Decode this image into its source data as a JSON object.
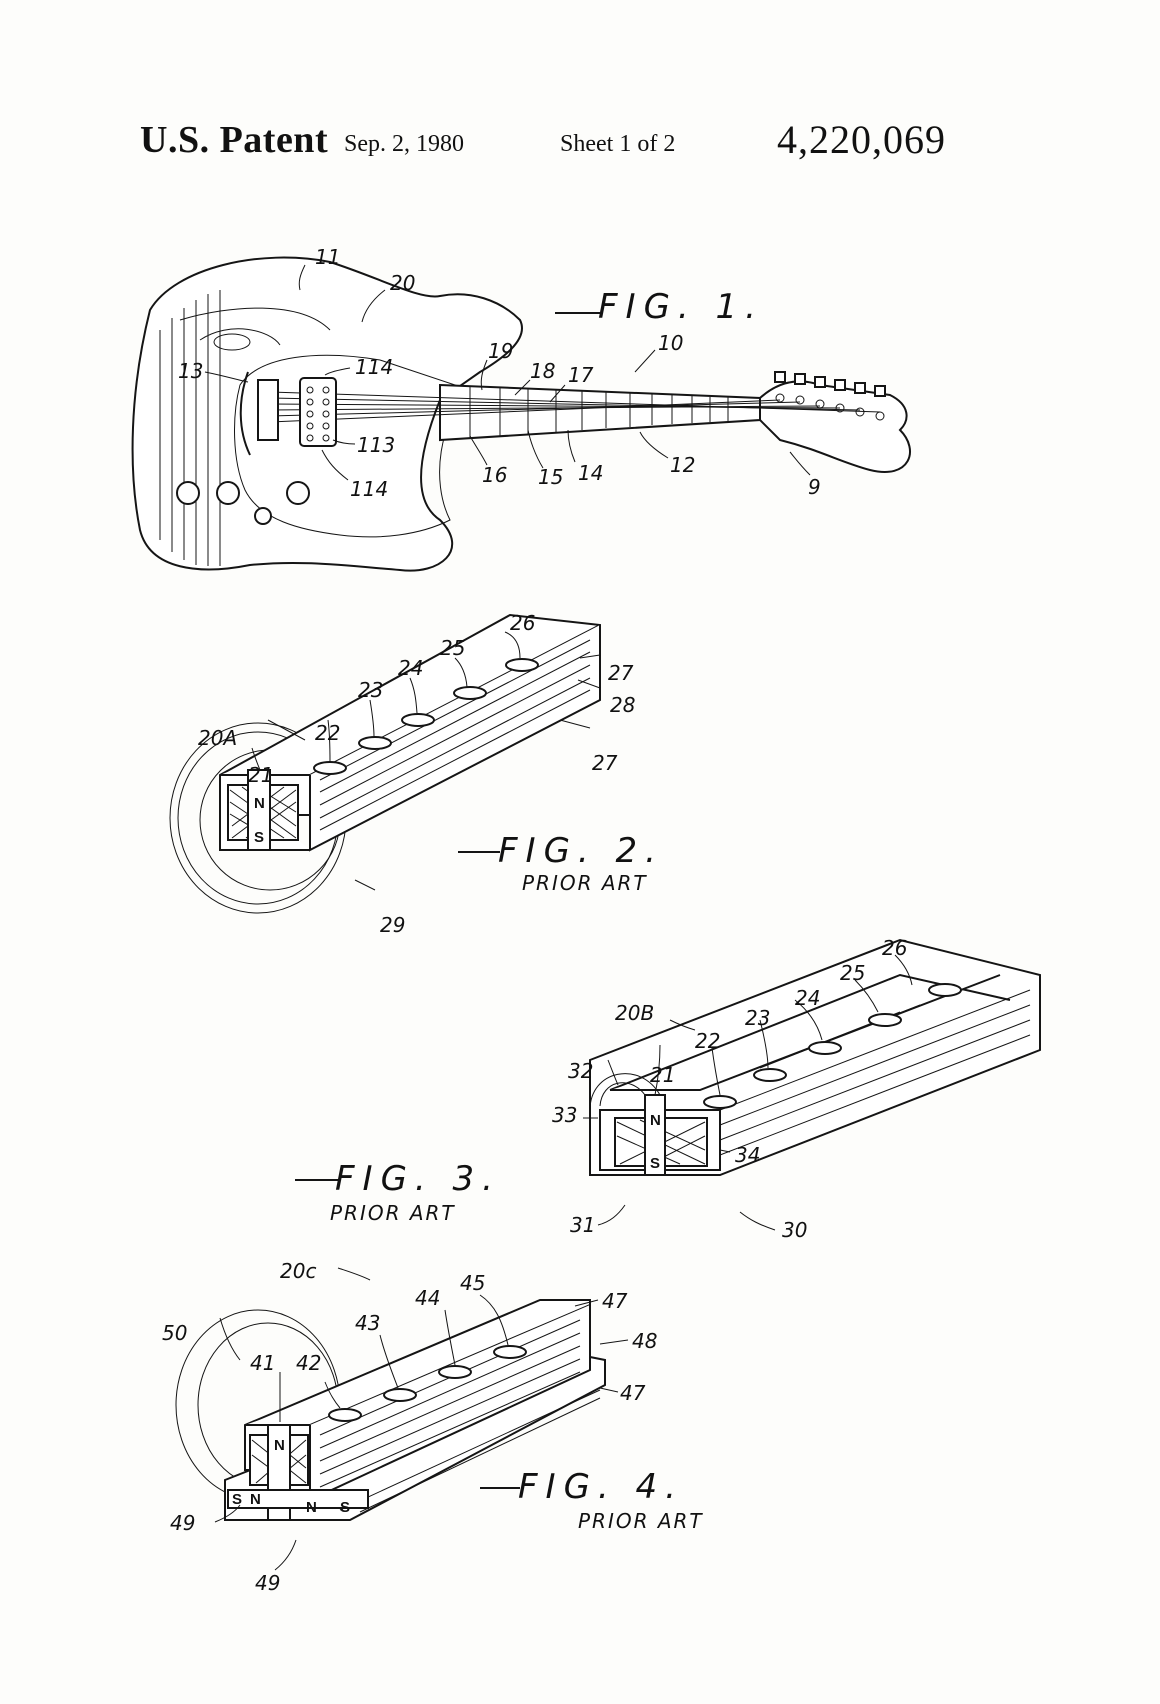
{
  "header": {
    "title": "U.S. Patent",
    "date": "Sep. 2, 1980",
    "sheet": "Sheet 1 of 2",
    "patent_number": "4,220,069"
  },
  "figures": {
    "fig1": {
      "label": "FIG. 1.",
      "refs": [
        "11",
        "20",
        "10",
        "19",
        "18",
        "17",
        "13",
        "114",
        "113",
        "114",
        "16",
        "15",
        "14",
        "12",
        "9"
      ]
    },
    "fig2": {
      "label": "FIG. 2.",
      "caption": "PRIOR ART",
      "refs": [
        "26",
        "25",
        "27",
        "24",
        "28",
        "23",
        "20A",
        "22",
        "27",
        "21",
        "29"
      ],
      "poles": [
        "N",
        "S"
      ]
    },
    "fig3": {
      "label": "FIG. 3.",
      "caption": "PRIOR ART",
      "refs": [
        "26",
        "25",
        "20B",
        "24",
        "23",
        "22",
        "32",
        "21",
        "33",
        "34",
        "31",
        "30"
      ],
      "poles": [
        "N",
        "S"
      ]
    },
    "fig4": {
      "label": "FIG. 4.",
      "caption": "PRIOR ART",
      "refs": [
        "45",
        "20c",
        "44",
        "47",
        "43",
        "48",
        "50",
        "41",
        "42",
        "47",
        "49",
        "49"
      ],
      "poles": [
        "N",
        "S",
        "N",
        "N",
        "S"
      ]
    }
  }
}
